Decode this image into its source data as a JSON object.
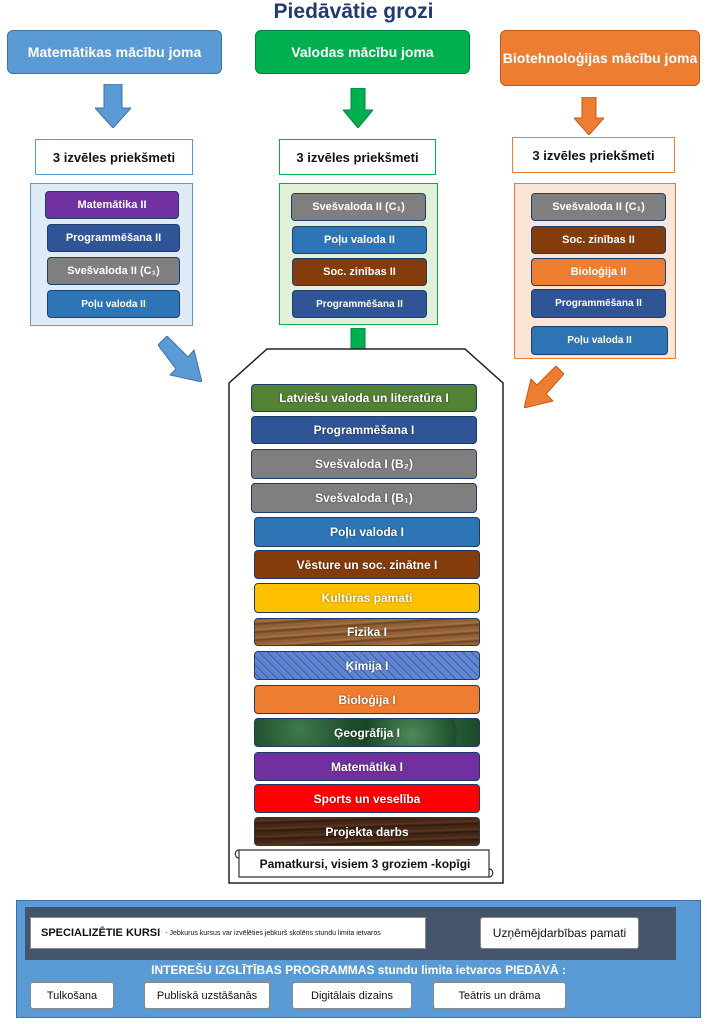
{
  "title": "Piedāvātie grozi",
  "colors": {
    "math": "#5b9bd5",
    "lang": "#00b050",
    "bio": "#ed7d31",
    "purple": "#7030a0",
    "darkblue": "#2f5597",
    "gray": "#7f7f7f",
    "blue": "#2e75b6",
    "brown": "#843c0c",
    "orange": "#ed7d31",
    "green": "#548235",
    "gold": "#ffc000",
    "red": "#ff0000"
  },
  "columns": [
    {
      "heading": "Matemātikas mācību joma",
      "choose_label": "3 izvēles priekšmeti",
      "subjects": [
        "Matemātika  II",
        "Programmēšana  II",
        "Svešvaloda   II (C₁)",
        "Poļu valoda  II"
      ]
    },
    {
      "heading": "Valodas mācību joma",
      "choose_label": "3 izvēles priekšmeti",
      "subjects": [
        "Svešvaloda  II (C₁)",
        "Poļu valoda  II",
        "Soc. zinības  II",
        "Programmēšana  II"
      ]
    },
    {
      "heading": "Biotehnoloģijas mācību joma",
      "choose_label": "3 izvēles priekšmeti",
      "subjects": [
        "Svešvaloda  II (C₁)",
        "Soc. zinības  II",
        "Bioloģija  II",
        "Programmēšana  II",
        "Poļu valoda  II"
      ]
    }
  ],
  "core_courses": [
    "Latviešu valoda un literatūra  I",
    "Programmēšana  I",
    "Svešvaloda  I (B₂)",
    "Svešvaloda I (B₁)",
    "Poļu valoda I",
    "Vēsture un soc. zinātne  I",
    "Kultūras pamati",
    "Fizika  I",
    "Ķīmija  I",
    "Bioloģija I",
    "Ģeogrāfija I",
    "Matemātika I",
    "Sports un veselība",
    "Projekta darbs"
  ],
  "core_caption": "Pamatkursi, visiem 3 groziem -kopīgi",
  "bottom": {
    "spec_title": "SPECIALIZĒTIE KURSI",
    "spec_desc": "- Jebkurus kursus var izvēlēties jebkurš skolēns stundu limita ietvaros",
    "entrepreneur": "Uzņēmējdarbības pamati",
    "interest_heading": "INTEREŠU IZGLĪTĪBAS PROGRAMMAS stundu limita ietvaros PIEDĀVĀ :",
    "programs": [
      "Tulkošana",
      "Publiskā uzstāšanās",
      "Digitālais dizains",
      "Teātris un drāma"
    ]
  }
}
